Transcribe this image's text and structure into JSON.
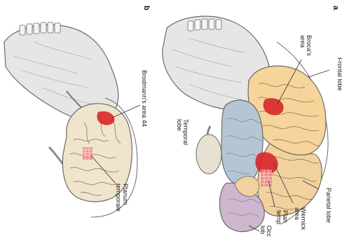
{
  "figure": {
    "panel_a": {
      "letter": "a",
      "labels": {
        "frontal_lobe": "Frontal lobe",
        "brocas_area_1": "Broca's",
        "brocas_area_2": "area",
        "temporal_lobe_1": "Temporal",
        "temporal_lobe_2": "lobe",
        "parietal_lobe": "Parietal lobe",
        "wernickes_area_1": "Wernick",
        "wernickes_area_2": "area",
        "planum_temporale_1": "Plan",
        "planum_temporale_2": "temp",
        "occipital_lobe_1": "Occ",
        "occipital_lobe_2": "lob"
      }
    },
    "panel_b": {
      "letter": "b",
      "labels": {
        "brodmann_44": "Brodmann's area 44",
        "planum_temporale_1": "Planum",
        "planum_temporale_2": "temporale"
      }
    },
    "colors": {
      "frontal": "#f6d49a",
      "parietal": "#f1d29e",
      "temporal": "#b6c5d4",
      "occipital": "#cdb7cf",
      "brain_b": "#f0e4cc",
      "broca_red": "#d9262a",
      "planum_pink": "#f27e86",
      "skull": "#e3e3e3",
      "outline": "#6a6a6a"
    }
  }
}
